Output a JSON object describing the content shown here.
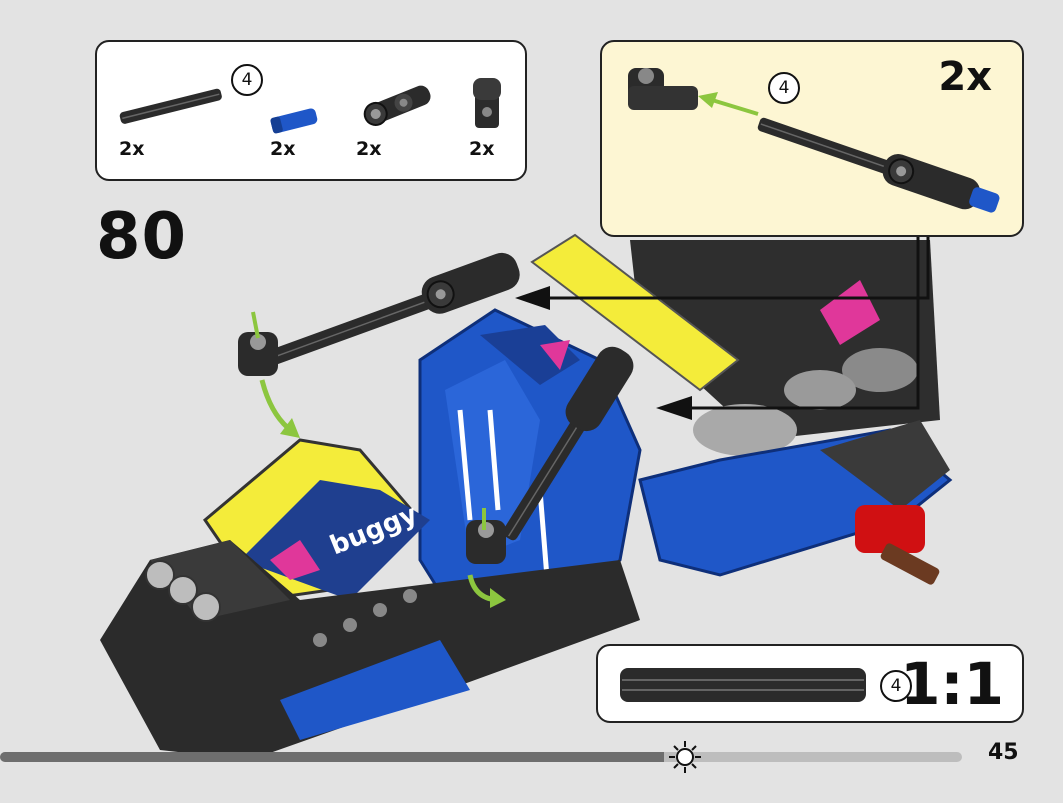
{
  "step": {
    "number": "80"
  },
  "parts_list": {
    "items": [
      {
        "name": "axle-4",
        "length": "4",
        "qty": "2x"
      },
      {
        "name": "blue-axle-pin",
        "qty": "2x"
      },
      {
        "name": "connector-arm",
        "qty": "2x"
      },
      {
        "name": "angle-connector",
        "qty": "2x"
      }
    ]
  },
  "subassembly": {
    "multiplier": "2x",
    "axle_length": "4"
  },
  "scale_check": {
    "axle_length": "4",
    "ratio": "1:1"
  },
  "page": {
    "number": "45"
  },
  "progress": {
    "fraction": 0.69
  },
  "colors": {
    "lego_blue": "#1f57c8",
    "lego_yellow": "#f4ec3a",
    "lego_black": "#2b2b2b",
    "lego_grey": "#8a8a8a",
    "lego_red": "#d01012",
    "lego_magenta": "#e0379a",
    "arrow_green": "#8cc63f",
    "subassembly_bg": "#fdf6d3"
  }
}
